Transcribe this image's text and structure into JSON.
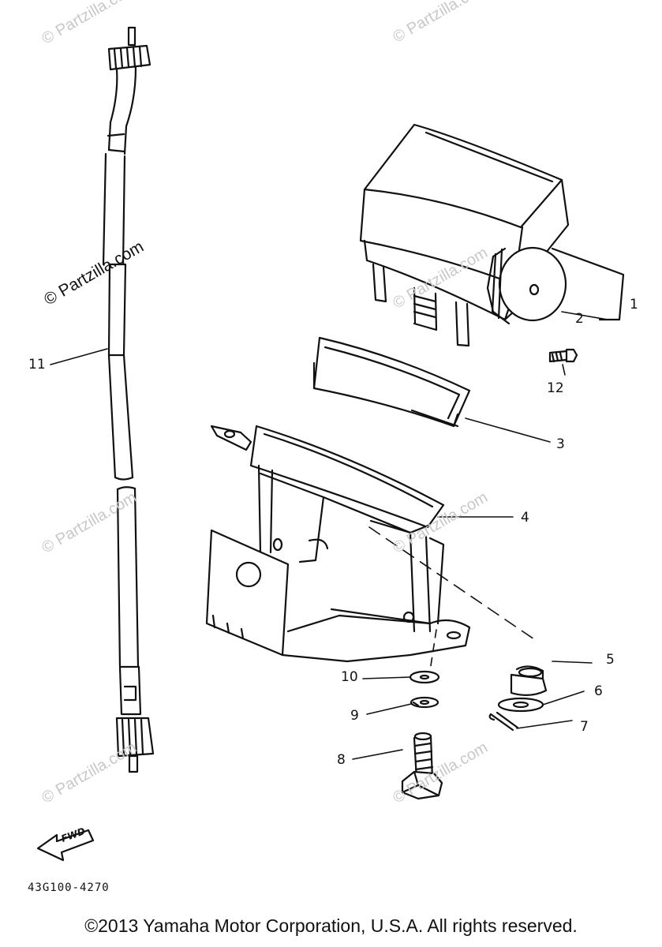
{
  "watermark": "© Partzilla.com",
  "callouts": [
    "1",
    "2",
    "3",
    "4",
    "5",
    "6",
    "7",
    "8",
    "9",
    "10",
    "11",
    "12"
  ],
  "fwd_label": "FWD",
  "diagram_code": "43G100-4270",
  "copyright": "©2013 Yamaha Motor Corporation, U.S.A. All rights reserved."
}
